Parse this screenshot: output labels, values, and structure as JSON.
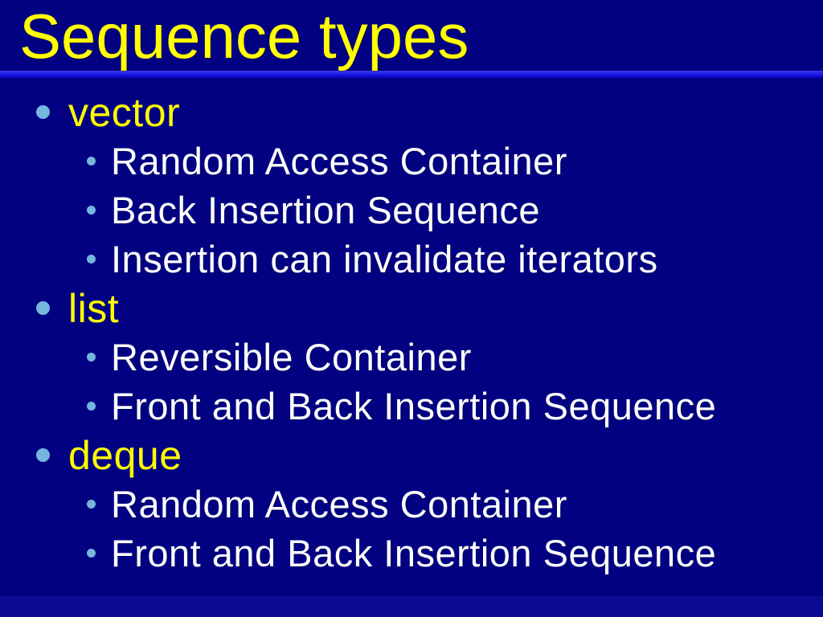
{
  "slide": {
    "title": "Sequence types",
    "items": [
      {
        "level": 1,
        "text": "vector"
      },
      {
        "level": 2,
        "text": "Random Access Container"
      },
      {
        "level": 2,
        "text": "Back Insertion Sequence"
      },
      {
        "level": 2,
        "text": "Insertion can invalidate iterators"
      },
      {
        "level": 1,
        "text": "list"
      },
      {
        "level": 2,
        "text": "Reversible Container"
      },
      {
        "level": 2,
        "text": "Front and Back Insertion Sequence"
      },
      {
        "level": 1,
        "text": "deque"
      },
      {
        "level": 2,
        "text": "Random Access Container"
      },
      {
        "level": 2,
        "text": "Front and Back Insertion Sequence"
      }
    ],
    "colors": {
      "background": "#010182",
      "title": "#FFFF00",
      "rule": "#1d1de0",
      "bullet": "#76B5DD",
      "level1_text": "#FFFF00",
      "body_text": "#FFFFFF",
      "bottom_bar": "#0b0b93"
    }
  }
}
